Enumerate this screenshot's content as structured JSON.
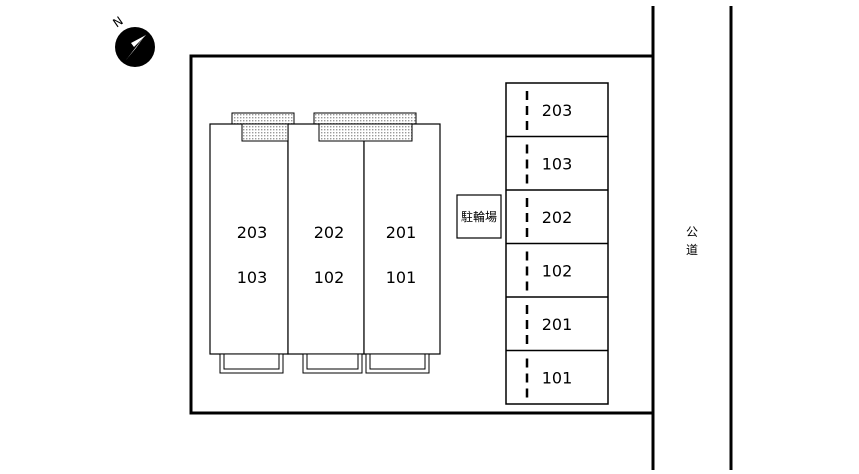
{
  "compass": {
    "north_label": "N",
    "icon": "compass-icon"
  },
  "road": {
    "label_chars": [
      "公",
      "道"
    ]
  },
  "bicycle_parking": {
    "label": "駐輪場"
  },
  "buildings": [
    {
      "upper": "203",
      "lower": "103"
    },
    {
      "upper": "202",
      "lower": "102"
    },
    {
      "upper": "201",
      "lower": "101"
    }
  ],
  "parking_spaces": [
    "203",
    "103",
    "202",
    "102",
    "201",
    "101"
  ],
  "colors": {
    "line": "#000000",
    "hatch": "#d9d9d9",
    "background": "#ffffff"
  }
}
